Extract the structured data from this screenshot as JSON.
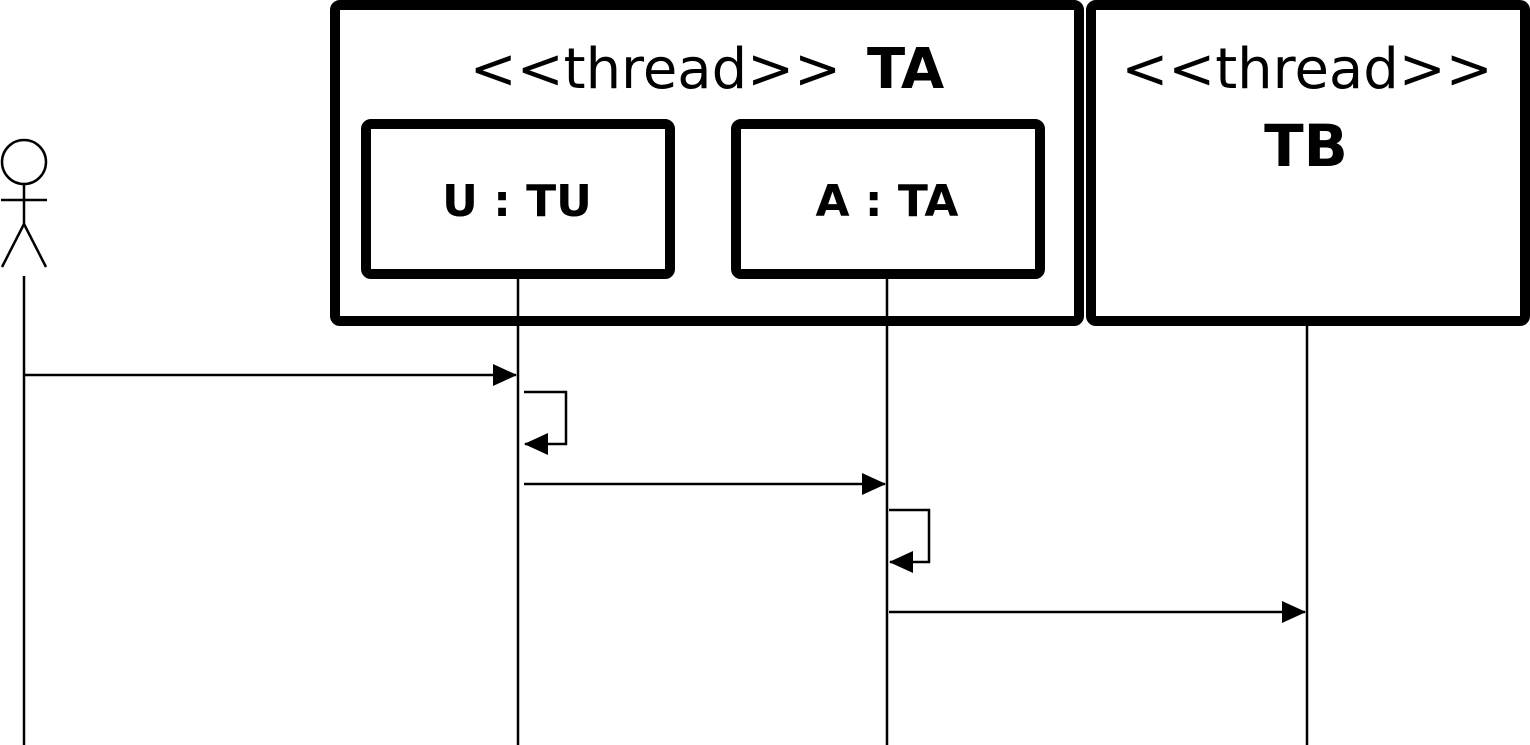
{
  "diagram": {
    "type": "sequence-diagram",
    "colors": {
      "line": "#000000",
      "background": "#ffffff"
    },
    "actor": {
      "icon": "stick-figure-icon"
    },
    "thread_ta": {
      "stereotype": "<<thread>>",
      "name": "TA"
    },
    "thread_tb": {
      "stereotype": "<<thread>>",
      "name": "TB"
    },
    "lifelines": {
      "u": {
        "label": "U : TU"
      },
      "a": {
        "label": "A : TA"
      }
    },
    "messages": [
      {
        "from": "actor",
        "to": "U : TU",
        "kind": "call"
      },
      {
        "from": "U : TU",
        "to": "U : TU",
        "kind": "self-call"
      },
      {
        "from": "U : TU",
        "to": "A : TA",
        "kind": "call"
      },
      {
        "from": "A : TA",
        "to": "A : TA",
        "kind": "self-call"
      },
      {
        "from": "A : TA",
        "to": "TB",
        "kind": "call"
      }
    ]
  }
}
